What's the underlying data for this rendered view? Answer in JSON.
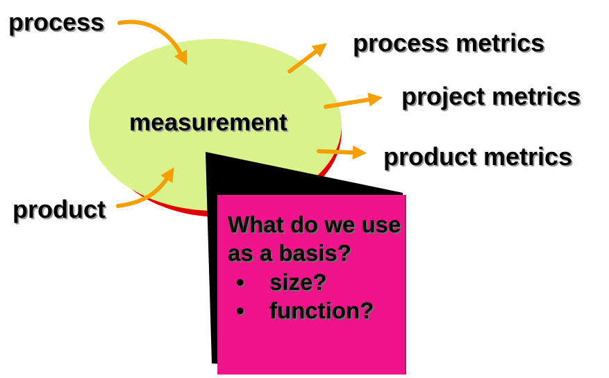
{
  "inputs": {
    "process": "process",
    "product": "product"
  },
  "center": {
    "label": "measurement"
  },
  "outputs": {
    "process_metrics": "process metrics",
    "project_metrics": "project metrics",
    "product_metrics": "product metrics"
  },
  "callout": {
    "question": "What do we use as a basis?",
    "bullets": [
      "size?",
      "function?"
    ]
  },
  "colors": {
    "ellipse_fill": "#d9f28c",
    "ellipse_shadow": "#e00000",
    "arrow": "#f5a000",
    "callout_fill": "#f0148c",
    "callout_shadow": "#000000",
    "text": "#000000"
  }
}
